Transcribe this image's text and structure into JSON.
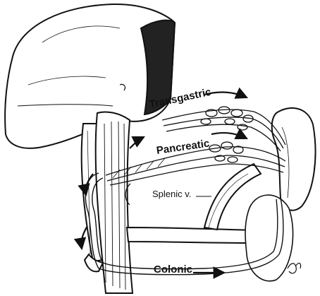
{
  "labels": {
    "transgastric": "Transgastric",
    "pancreatic": "Pancreatic",
    "splenic": "Splenic v.",
    "colonic": "Colonic"
  },
  "colors": {
    "ink": "#111111",
    "paper": "#ffffff"
  },
  "icons": [
    "flow-arrow-icon",
    "signature-mark"
  ]
}
